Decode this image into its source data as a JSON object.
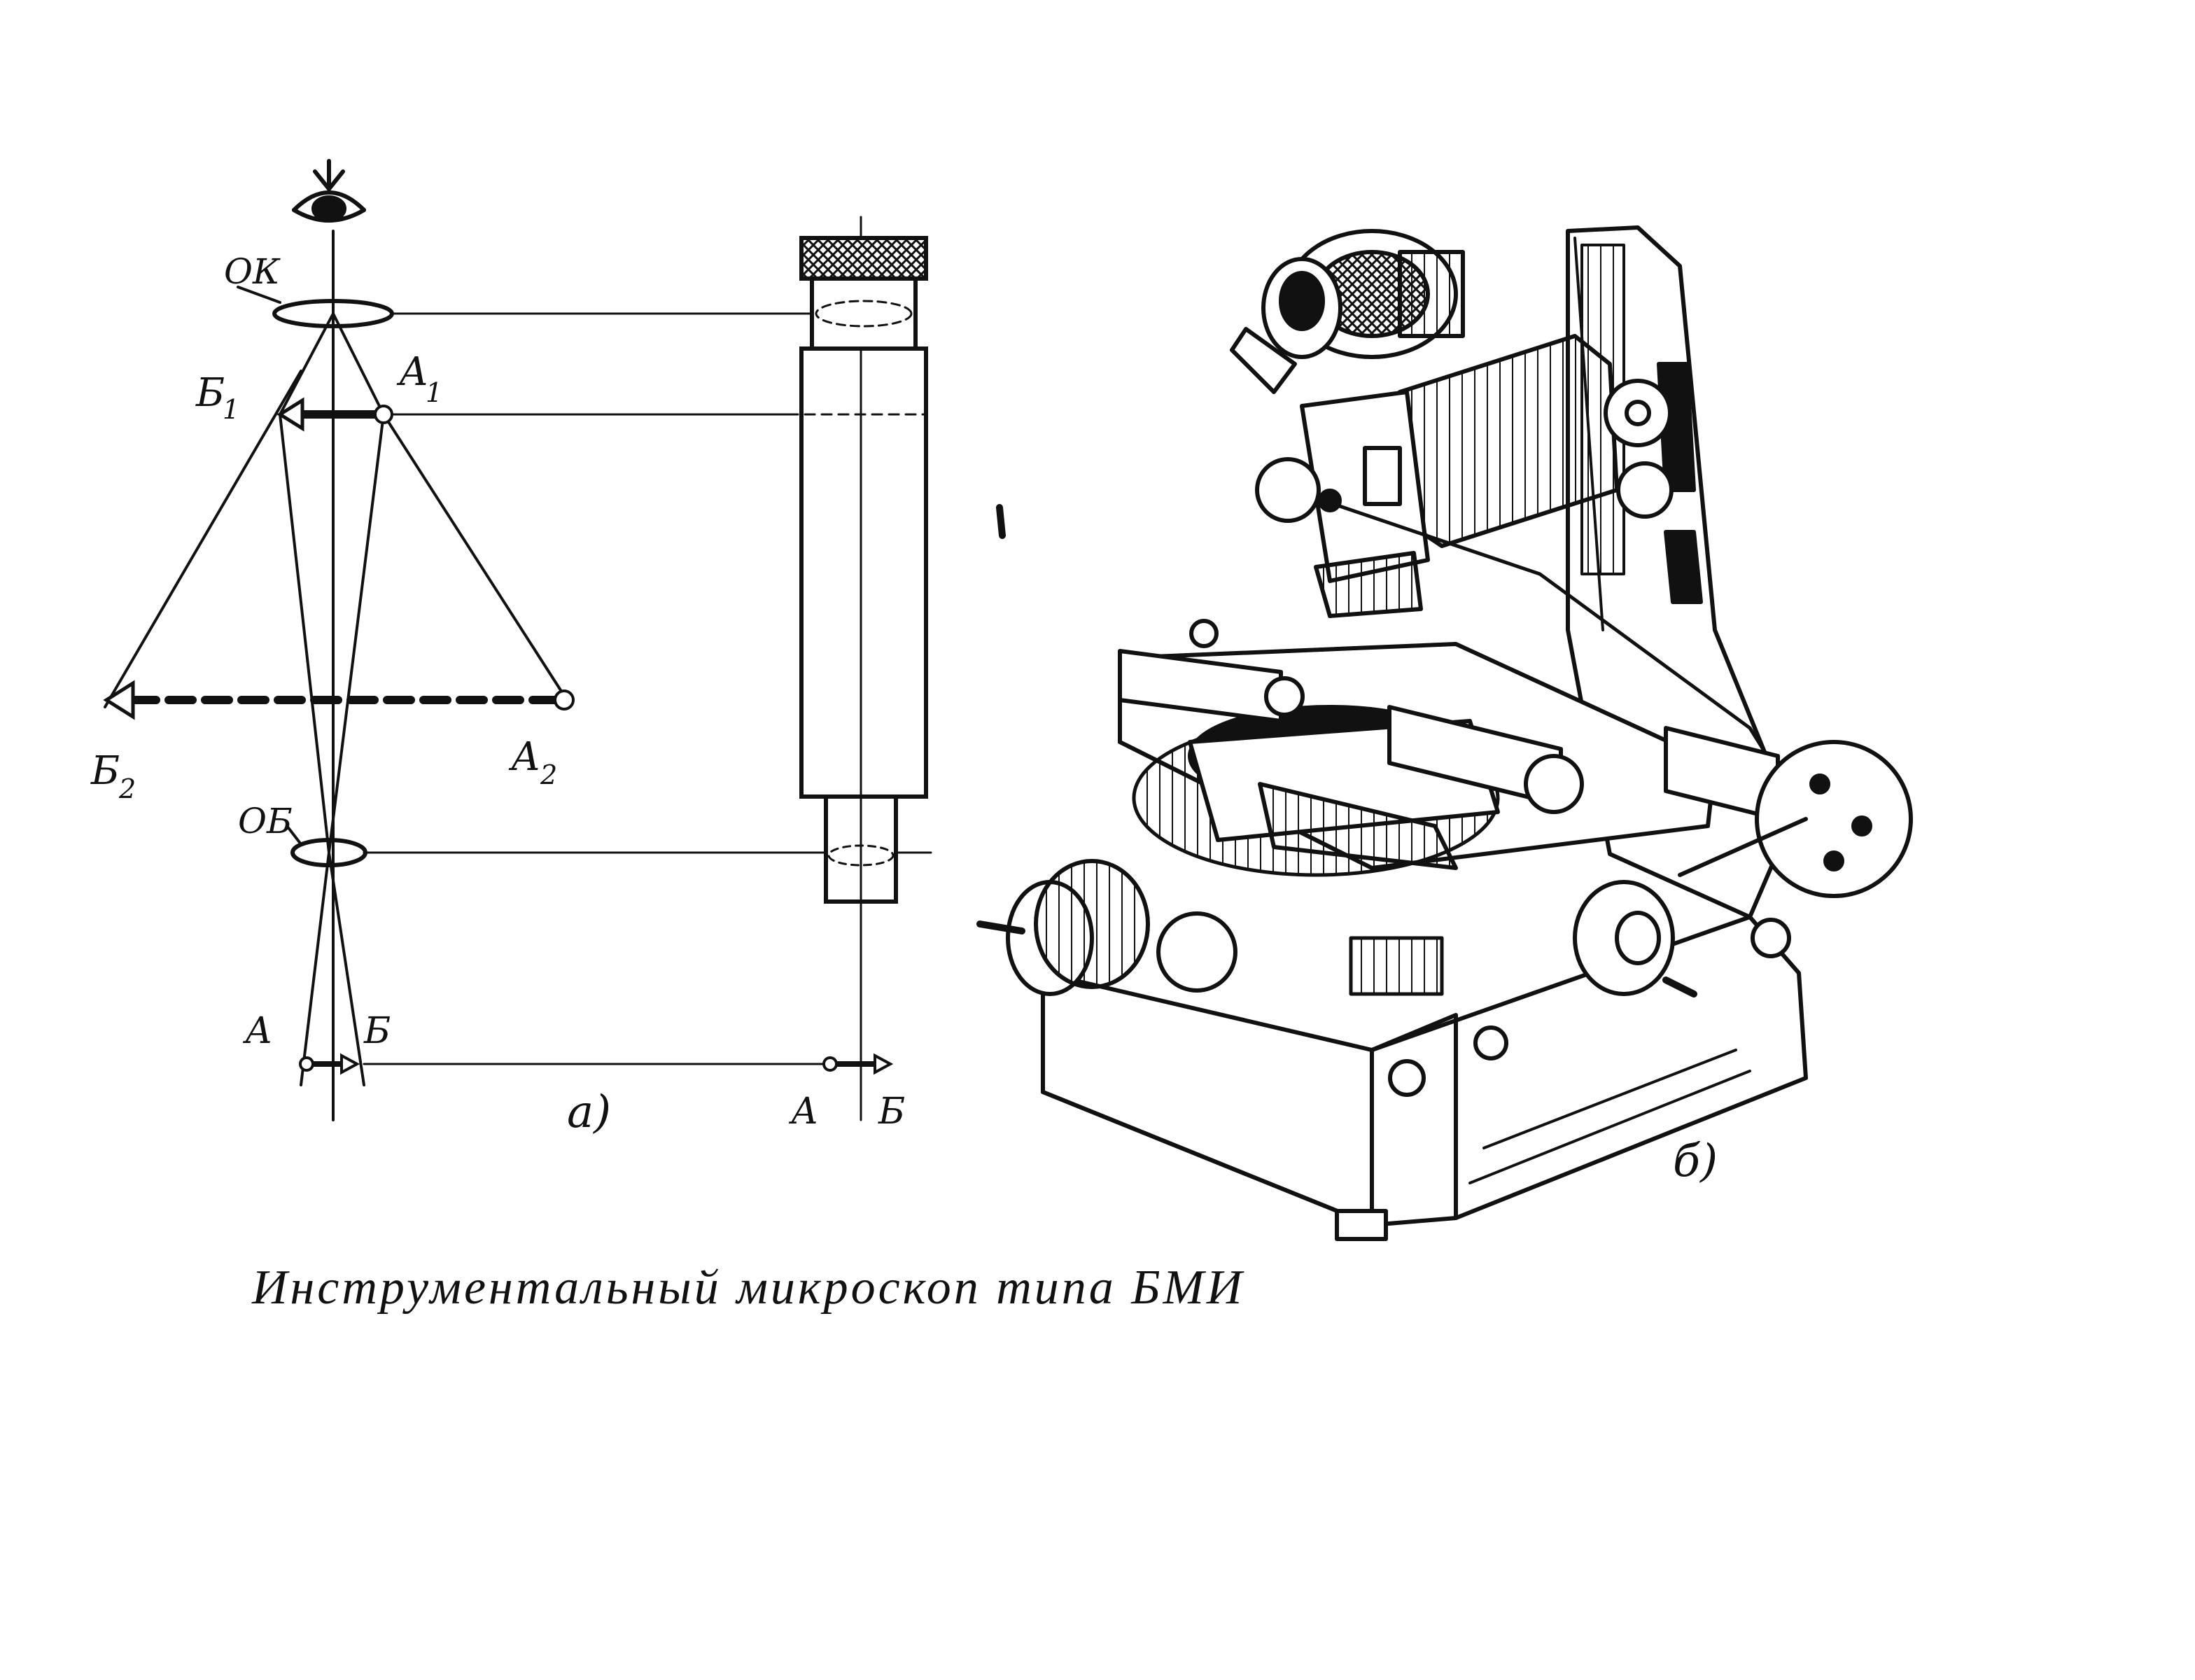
{
  "labels": {
    "eyepiece": "ОК",
    "objective": "ОБ",
    "b1": "Б",
    "b1_sub": "1",
    "a1": "А",
    "a1_sub": "1",
    "b2": "Б",
    "b2_sub": "2",
    "a2": "А",
    "a2_sub": "2",
    "a_obj": "А",
    "b_obj": "Б",
    "a_right": "А",
    "b_right": "Б",
    "part_a": "а)",
    "part_b": "б)"
  },
  "caption": "Инструментальный микроскоп типа БМИ",
  "colors": {
    "ink": "#111111",
    "paper": "#ffffff"
  }
}
